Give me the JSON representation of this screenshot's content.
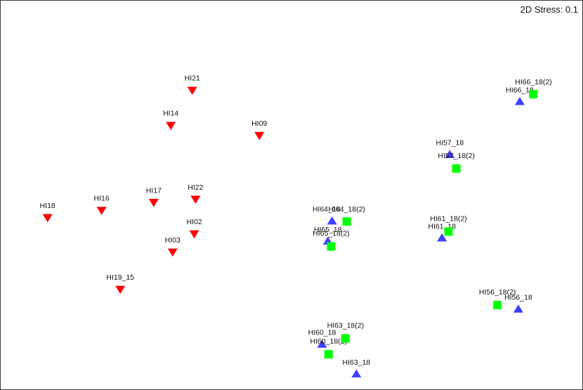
{
  "annotation": "2D Stress: 0.1",
  "chart_data": {
    "type": "scatter",
    "x_range": [
      -1.6,
      1.6
    ],
    "y_range": [
      -1.1,
      1.1
    ],
    "grid": false,
    "axes_visible": false,
    "marker_styles": {
      "triangle-down": {
        "color": "#ff0000"
      },
      "triangle-up": {
        "color": "#3f3fff"
      },
      "square": {
        "color": "#00ff00"
      }
    },
    "points": [
      {
        "label": "HI21",
        "x": -0.546,
        "y": 0.592,
        "marker": "triangle-down",
        "label_dx": 0,
        "label_dy": -14
      },
      {
        "label": "HI09",
        "x": -0.177,
        "y": 0.336,
        "marker": "triangle-down",
        "label_dx": 0,
        "label_dy": -14
      },
      {
        "label": "HI14",
        "x": -0.664,
        "y": 0.393,
        "marker": "triangle-down",
        "label_dx": 0,
        "label_dy": -14
      },
      {
        "label": "HI22",
        "x": -0.528,
        "y": -0.025,
        "marker": "triangle-down",
        "label_dx": 0,
        "label_dy": -14
      },
      {
        "label": "HI16",
        "x": -1.045,
        "y": -0.088,
        "marker": "triangle-down",
        "label_dx": 0,
        "label_dy": -14
      },
      {
        "label": "HI17",
        "x": -0.758,
        "y": -0.043,
        "marker": "triangle-down",
        "label_dx": 0,
        "label_dy": -14
      },
      {
        "label": "HI18",
        "x": -1.342,
        "y": -0.129,
        "marker": "triangle-down",
        "label_dx": 0,
        "label_dy": -14
      },
      {
        "label": "HI02",
        "x": -0.535,
        "y": -0.221,
        "marker": "triangle-down",
        "label_dx": 0,
        "label_dy": -14
      },
      {
        "label": "HI03",
        "x": -0.654,
        "y": -0.324,
        "marker": "triangle-down",
        "label_dx": 0,
        "label_dy": -14
      },
      {
        "label": "HI19_15",
        "x": -0.942,
        "y": -0.535,
        "marker": "triangle-down",
        "label_dx": 0,
        "label_dy": -14
      },
      {
        "label": "HI66_18",
        "x": 1.256,
        "y": 0.53,
        "marker": "triangle-up",
        "label_dx": 0,
        "label_dy": -13
      },
      {
        "label": "HI66_18(2)",
        "x": 1.331,
        "y": 0.571,
        "marker": "square",
        "label_dx": 0,
        "label_dy": -14
      },
      {
        "label": "HI57_18",
        "x": 0.871,
        "y": 0.23,
        "marker": "triangle-up",
        "label_dx": 0,
        "label_dy": -13
      },
      {
        "label": "HI57_18(2)",
        "x": 0.907,
        "y": 0.15,
        "marker": "square",
        "label_dx": 0,
        "label_dy": -15
      },
      {
        "label": "HI64_18",
        "x": 0.223,
        "y": -0.146,
        "marker": "triangle-up",
        "label_dx": -8,
        "label_dy": -13
      },
      {
        "label": "HI64_18(2)",
        "x": 0.304,
        "y": -0.15,
        "marker": "square",
        "label_dx": 0,
        "label_dy": -14
      },
      {
        "label": "HI65_18",
        "x": 0.2,
        "y": -0.26,
        "marker": "triangle-up",
        "label_dx": 0,
        "label_dy": -13
      },
      {
        "label": "HI65_18(2)",
        "x": 0.218,
        "y": -0.291,
        "marker": "square",
        "label_dx": 0,
        "label_dy": -15
      },
      {
        "label": "HI61_18",
        "x": 0.828,
        "y": -0.242,
        "marker": "triangle-up",
        "label_dx": 0,
        "label_dy": -13
      },
      {
        "label": "HI61_18(2)",
        "x": 0.864,
        "y": -0.207,
        "marker": "square",
        "label_dx": 0,
        "label_dy": -15
      },
      {
        "label": "HI56_18",
        "x": 1.248,
        "y": -0.645,
        "marker": "triangle-up",
        "label_dx": 0,
        "label_dy": -13
      },
      {
        "label": "HI56_18(2)",
        "x": 1.133,
        "y": -0.623,
        "marker": "square",
        "label_dx": 0,
        "label_dy": -15
      },
      {
        "label": "HI60_18",
        "x": 0.168,
        "y": -0.844,
        "marker": "triangle-up",
        "label_dx": 0,
        "label_dy": -13
      },
      {
        "label": "HI60_18(2)",
        "x": 0.204,
        "y": -0.902,
        "marker": "square",
        "label_dx": 0,
        "label_dy": -15
      },
      {
        "label": "HI63_18",
        "x": 0.357,
        "y": -1.012,
        "marker": "triangle-up",
        "label_dx": 0,
        "label_dy": -13
      },
      {
        "label": "HI63_18(2)",
        "x": 0.297,
        "y": -0.812,
        "marker": "square",
        "label_dx": 0,
        "label_dy": -15
      }
    ]
  }
}
